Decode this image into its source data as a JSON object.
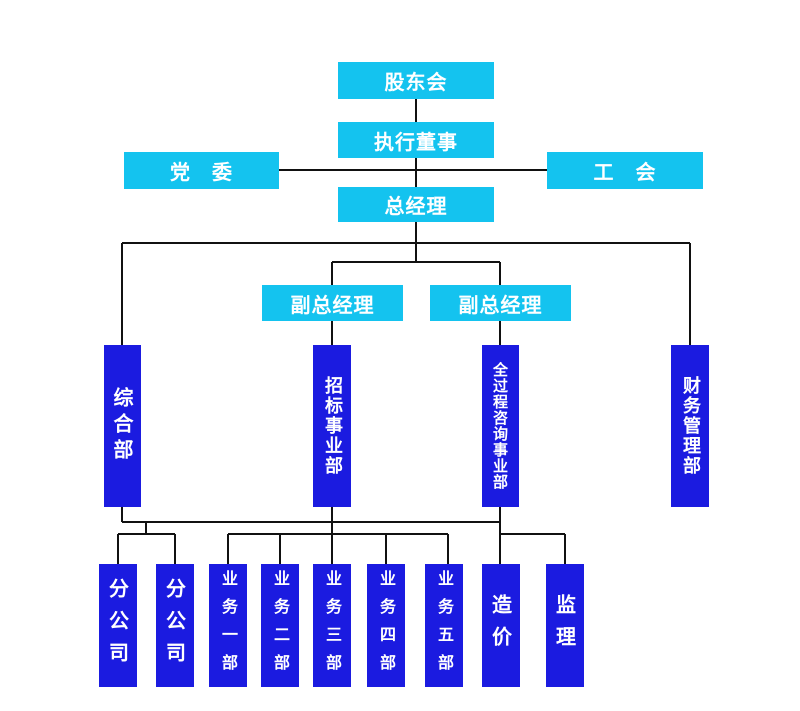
{
  "org": {
    "shareholders": "股东会",
    "executive_director": "执行董事",
    "party_committee": "党　委",
    "trade_union": "工　会",
    "general_manager": "总经理",
    "deputy_gm_1": "副总经理",
    "deputy_gm_2": "副总经理",
    "general_dept": "综合部",
    "bidding_dept": "招标事业部",
    "consulting_dept": "全过程咨询事业部",
    "finance_dept": "财务管理部",
    "branch_1": "分公司",
    "branch_2": "分公司",
    "biz_1": "业务一部",
    "biz_2": "业务二部",
    "biz_3": "业务三部",
    "biz_4": "业务四部",
    "biz_5": "业务五部",
    "cost": "造价",
    "supervision": "监理"
  }
}
